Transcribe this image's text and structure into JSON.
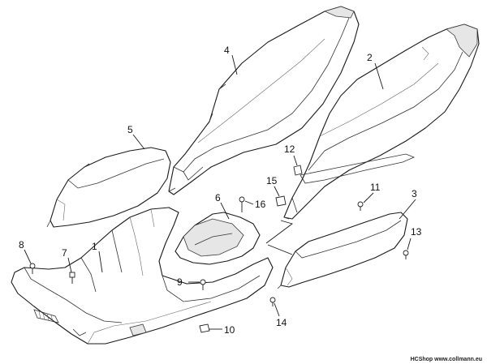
{
  "callouts": [
    "1",
    "2",
    "3",
    "4",
    "5",
    "6",
    "7",
    "8",
    "9",
    "10",
    "11",
    "12",
    "13",
    "14",
    "15",
    "16"
  ],
  "footer": "HCShop www.collmann.eu"
}
